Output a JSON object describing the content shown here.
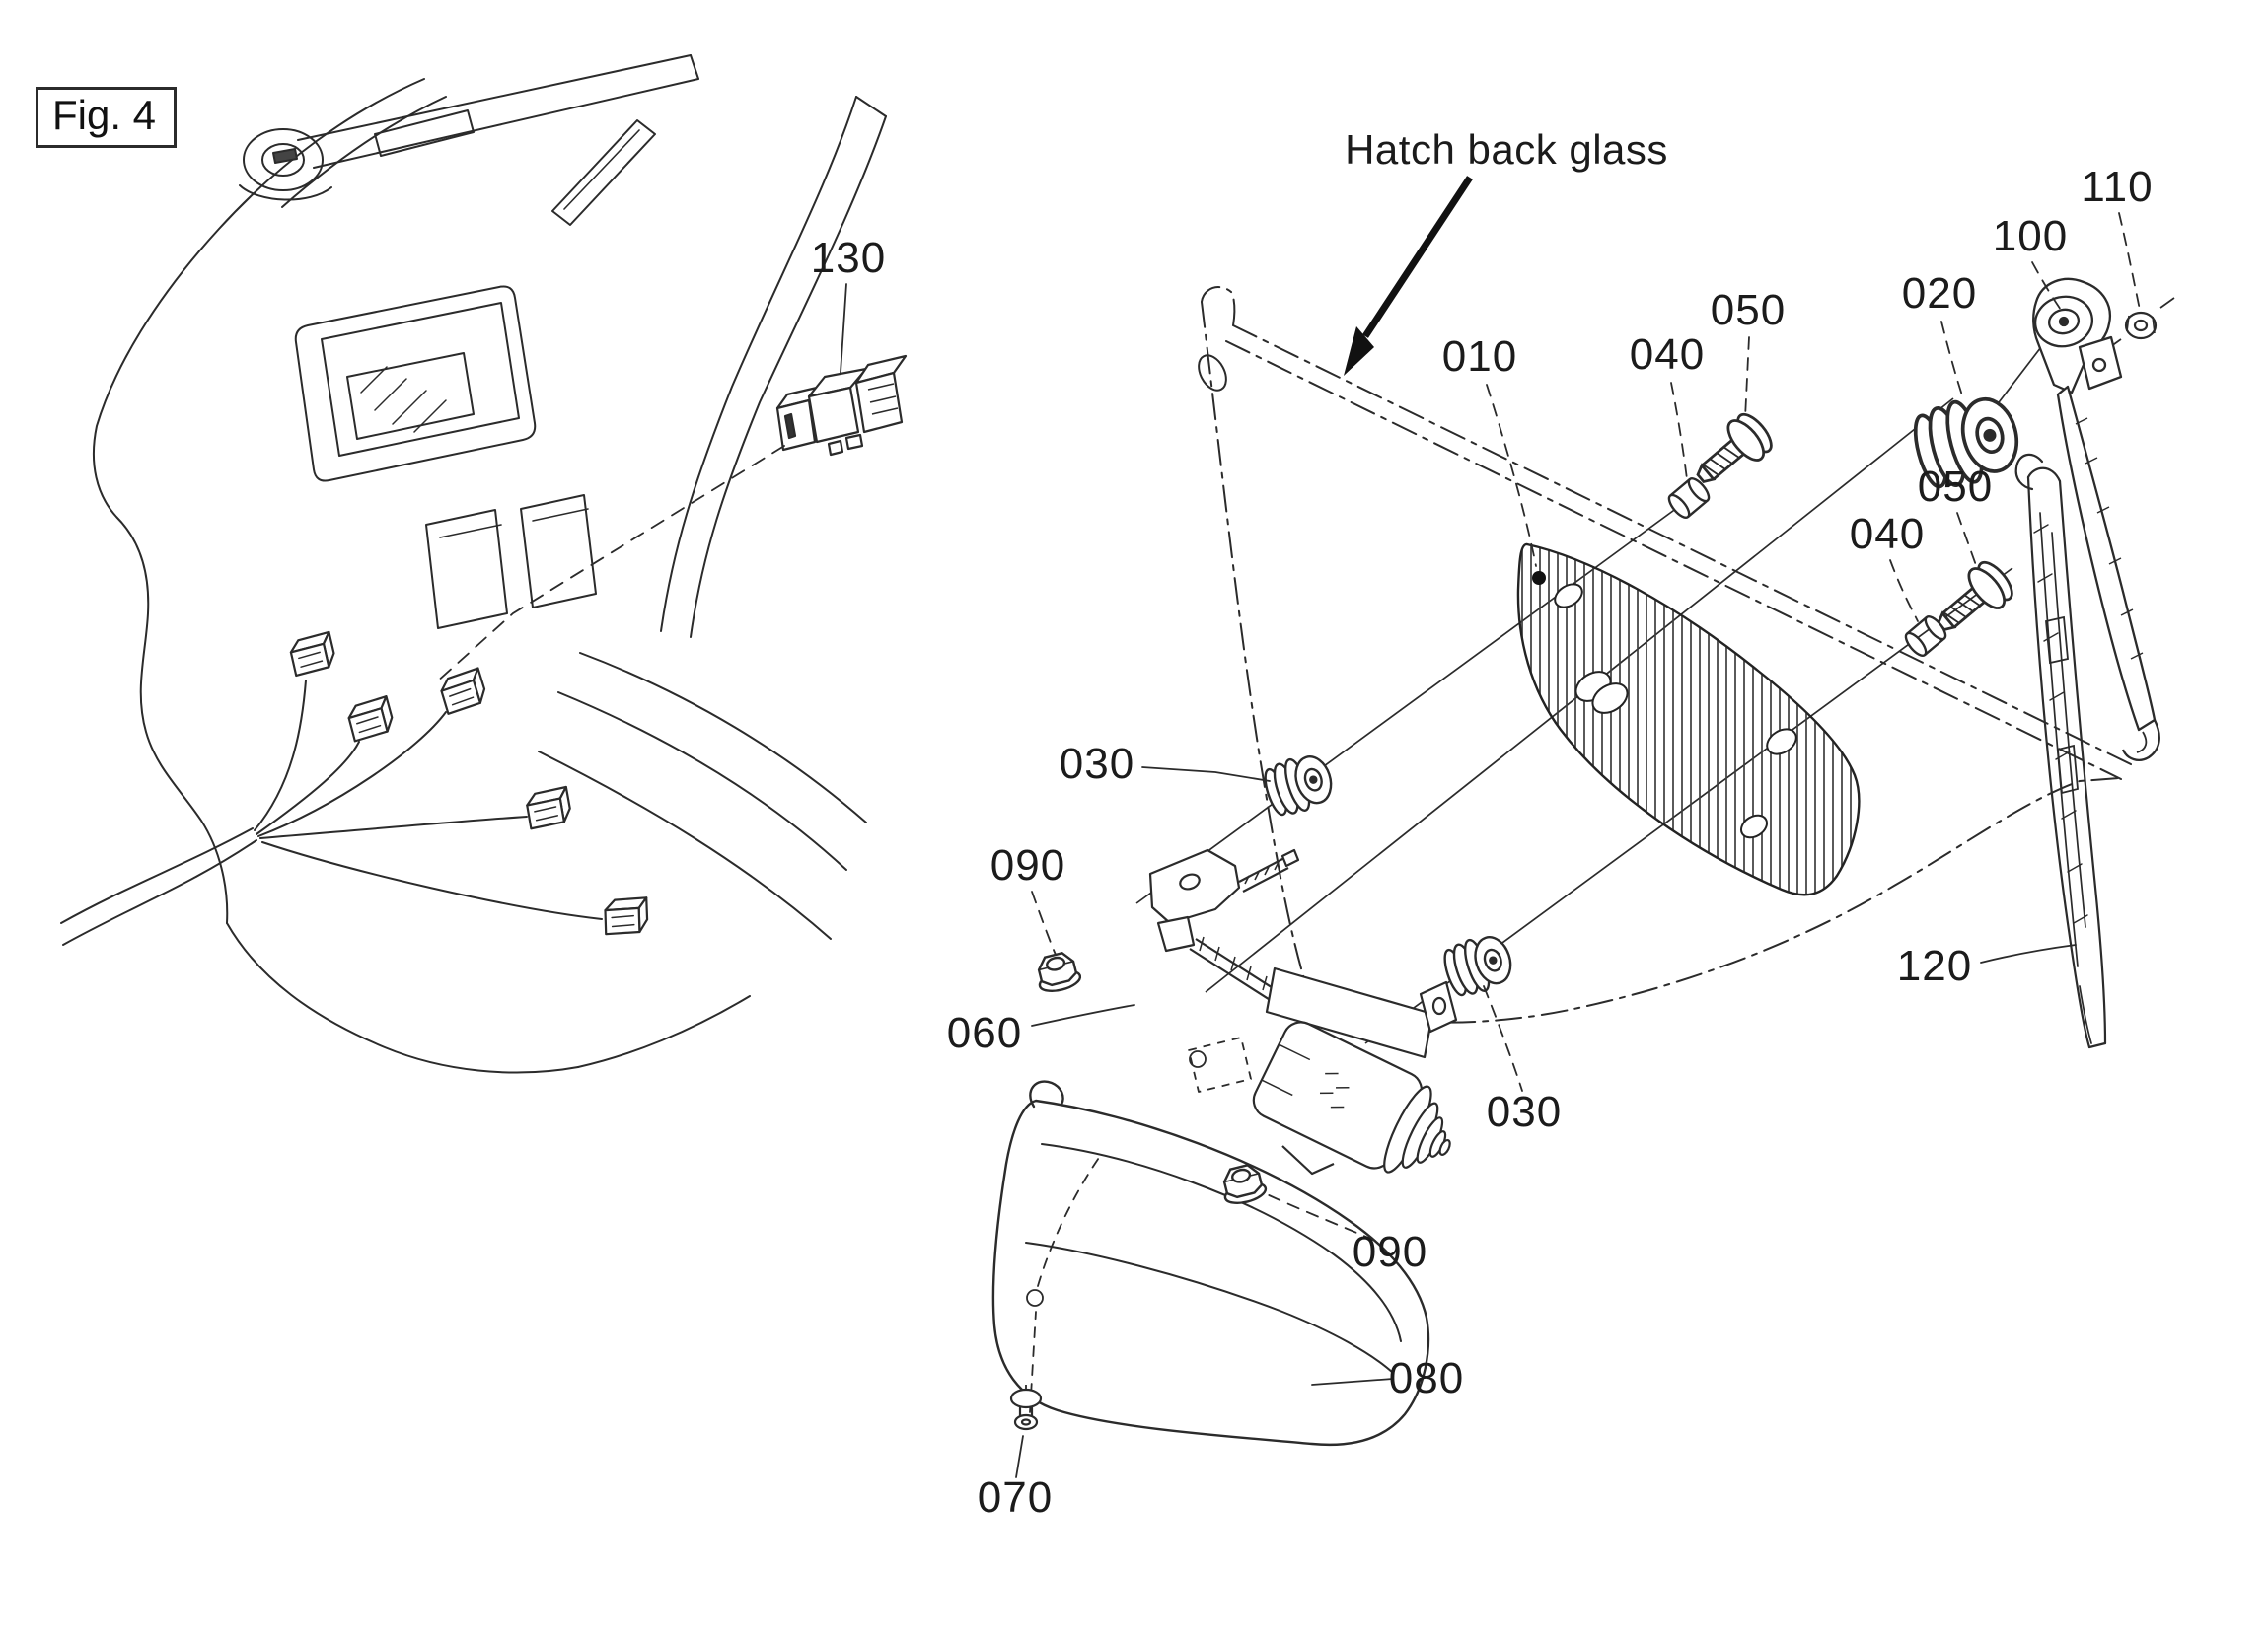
{
  "figure": {
    "label": "Fig. 4"
  },
  "annotation": {
    "hatch_back_glass": "Hatch back glass"
  },
  "callouts": {
    "p010": "010",
    "p020": "020",
    "p030": "030",
    "p040": "040",
    "p050": "050",
    "p060": "060",
    "p070": "070",
    "p080": "080",
    "p090": "090",
    "p100": "100",
    "p110": "110",
    "p120": "120",
    "p130": "130"
  },
  "colors": {
    "line": "#2b2b2b",
    "label": "#1b1b1b",
    "background": "#ffffff"
  }
}
